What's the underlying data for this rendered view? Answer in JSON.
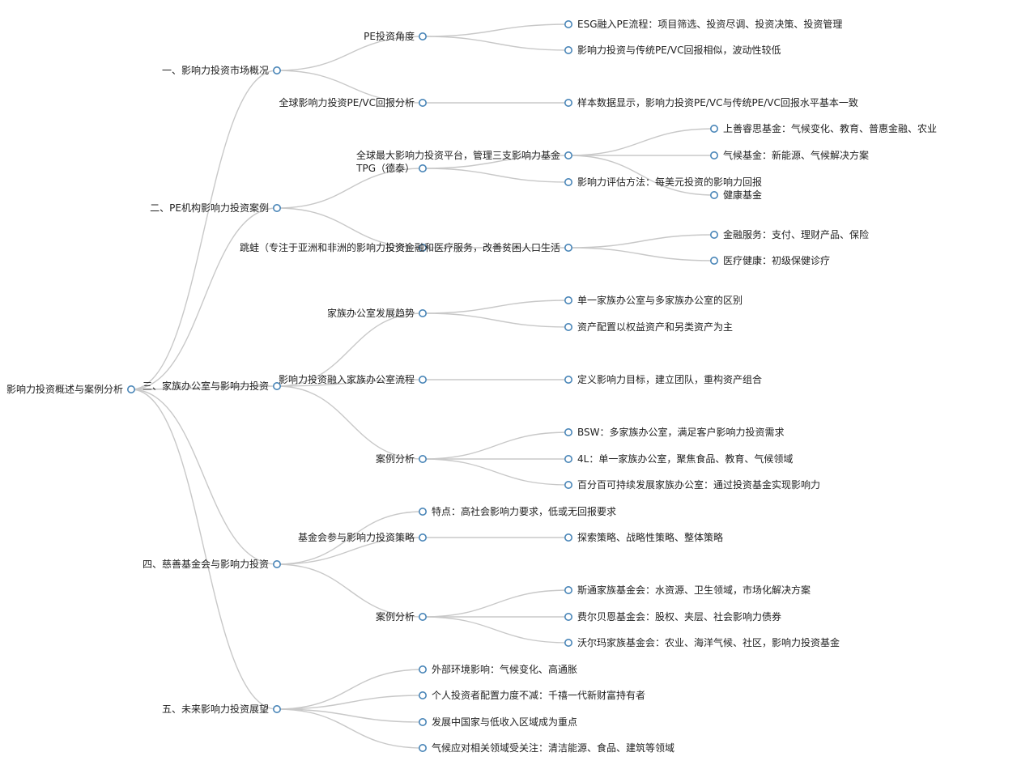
{
  "title": "",
  "colors": {
    "edge": "#c8c8c8",
    "node_stroke": "#4a86b8",
    "text": "#222222"
  },
  "root": {
    "id": "root",
    "label": "影响力投资概述与案例分析",
    "children": [
      {
        "id": "s1",
        "label": "一、影响力投资市场概况",
        "children": [
          {
            "id": "s1a",
            "label": "PE投资角度",
            "children": [
              {
                "id": "s1a1",
                "label": "ESG融入PE流程：项目筛选、投资尽调、投资决策、投资管理"
              },
              {
                "id": "s1a2",
                "label": "影响力投资与传统PE/VC回报相似，波动性较低"
              }
            ]
          },
          {
            "id": "s1b",
            "label": "全球影响力投资PE/VC回报分析",
            "children": [
              {
                "id": "s1b1",
                "label": "样本数据显示，影响力投资PE/VC与传统PE/VC回报水平基本一致"
              }
            ]
          }
        ]
      },
      {
        "id": "s2",
        "label": "二、PE机构影响力投资案例",
        "children": [
          {
            "id": "s2a",
            "label": "TPG（德泰）",
            "children": [
              {
                "id": "s2a1",
                "label": "全球最大影响力投资平台，管理三支影响力基金",
                "children": [
                  {
                    "id": "s2a1a",
                    "label": "上善睿思基金：气候变化、教育、普惠金融、农业"
                  },
                  {
                    "id": "s2a1b",
                    "label": "气候基金：新能源、气候解决方案"
                  },
                  {
                    "id": "s2a1c",
                    "label": "健康基金"
                  }
                ]
              },
              {
                "id": "s2a2",
                "label": "影响力评估方法：每美元投资的影响力回报"
              }
            ]
          },
          {
            "id": "s2b",
            "label": "跳蛙（专注于亚洲和非洲的影响力投资）",
            "children": [
              {
                "id": "s2b1",
                "label": "投资金融和医疗服务，改善贫困人口生活",
                "children": [
                  {
                    "id": "s2b1a",
                    "label": "金融服务：支付、理财产品、保险"
                  },
                  {
                    "id": "s2b1b",
                    "label": "医疗健康：初级保健诊疗"
                  }
                ]
              }
            ]
          }
        ]
      },
      {
        "id": "s3",
        "label": "三、家族办公室与影响力投资",
        "children": [
          {
            "id": "s3a",
            "label": "家族办公室发展趋势",
            "children": [
              {
                "id": "s3a1",
                "label": "单一家族办公室与多家族办公室的区别"
              },
              {
                "id": "s3a2",
                "label": "资产配置以权益资产和另类资产为主"
              }
            ]
          },
          {
            "id": "s3b",
            "label": "影响力投资融入家族办公室流程",
            "children": [
              {
                "id": "s3b1",
                "label": "定义影响力目标，建立团队，重构资产组合"
              }
            ]
          },
          {
            "id": "s3c",
            "label": "案例分析",
            "children": [
              {
                "id": "s3c1",
                "label": "BSW：多家族办公室，满足客户影响力投资需求"
              },
              {
                "id": "s3c2",
                "label": "4L：单一家族办公室，聚焦食品、教育、气候领域"
              },
              {
                "id": "s3c3",
                "label": "百分百可持续发展家族办公室：通过投资基金实现影响力"
              }
            ]
          }
        ]
      },
      {
        "id": "s4",
        "label": "四、慈善基金会与影响力投资",
        "children": [
          {
            "id": "s4a",
            "label": "特点：高社会影响力要求，低或无回报要求"
          },
          {
            "id": "s4b",
            "label": "基金会参与影响力投资策略",
            "children": [
              {
                "id": "s4b1",
                "label": "探索策略、战略性策略、整体策略"
              }
            ]
          },
          {
            "id": "s4c",
            "label": "案例分析",
            "children": [
              {
                "id": "s4c1",
                "label": "斯通家族基金会：水资源、卫生领域，市场化解决方案"
              },
              {
                "id": "s4c2",
                "label": "费尔贝恩基金会：股权、夹层、社会影响力债券"
              },
              {
                "id": "s4c3",
                "label": "沃尔玛家族基金会：农业、海洋气候、社区，影响力投资基金"
              }
            ]
          }
        ]
      },
      {
        "id": "s5",
        "label": "五、未来影响力投资展望",
        "children": [
          {
            "id": "s5a",
            "label": "外部环境影响：气候变化、高通胀"
          },
          {
            "id": "s5b",
            "label": "个人投资者配置力度不减：千禧一代新财富持有者"
          },
          {
            "id": "s5c",
            "label": "发展中国家与低收入区域成为重点"
          },
          {
            "id": "s5d",
            "label": "气候应对相关领域受关注：清洁能源、食品、建筑等领域"
          }
        ]
      }
    ]
  }
}
